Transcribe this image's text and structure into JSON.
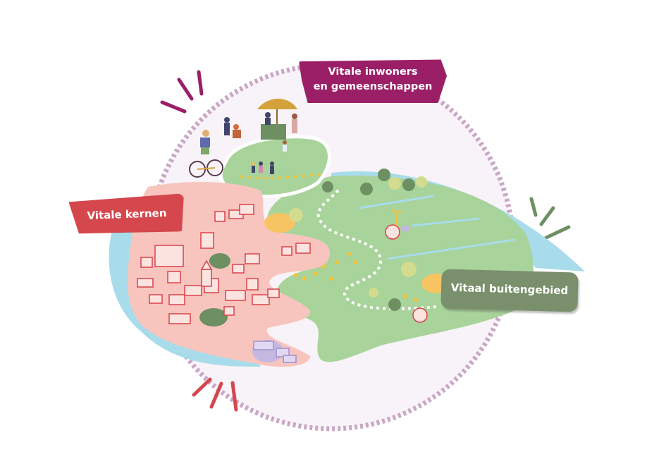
{
  "labels": {
    "inwoners_line1": "Vitale inwoners",
    "inwoners_line2": "en gemeenschappen",
    "kernen": "Vitale kernen",
    "buitengebied": "Vitaal buitengebied"
  },
  "colors": {
    "inwoners": "#9b1f66",
    "kernen": "#d4474d",
    "buitengebied": "#7a8f6c",
    "circle_fill": "#f8f3f8",
    "circle_dash": "#c9a6c6",
    "pink_area": "#f7c5bd",
    "green_area": "#a8d39a",
    "water": "#a8dcea",
    "house_stroke": "#d9434b",
    "tree_dark": "#6d8f62",
    "tree_light": "#d3dc8e",
    "flower": "#f2c43c",
    "sand": "#f6c463",
    "lavender": "#c4b8e0"
  },
  "icons": [
    "cyclist-icon",
    "market-stall-umbrella-icon",
    "wheelchair-person-icon",
    "children-playing-icon",
    "houses-icon",
    "church-icon",
    "trees-icon",
    "flowers-icon",
    "farm-icon",
    "windmill-icon",
    "burst-lines-icon"
  ]
}
